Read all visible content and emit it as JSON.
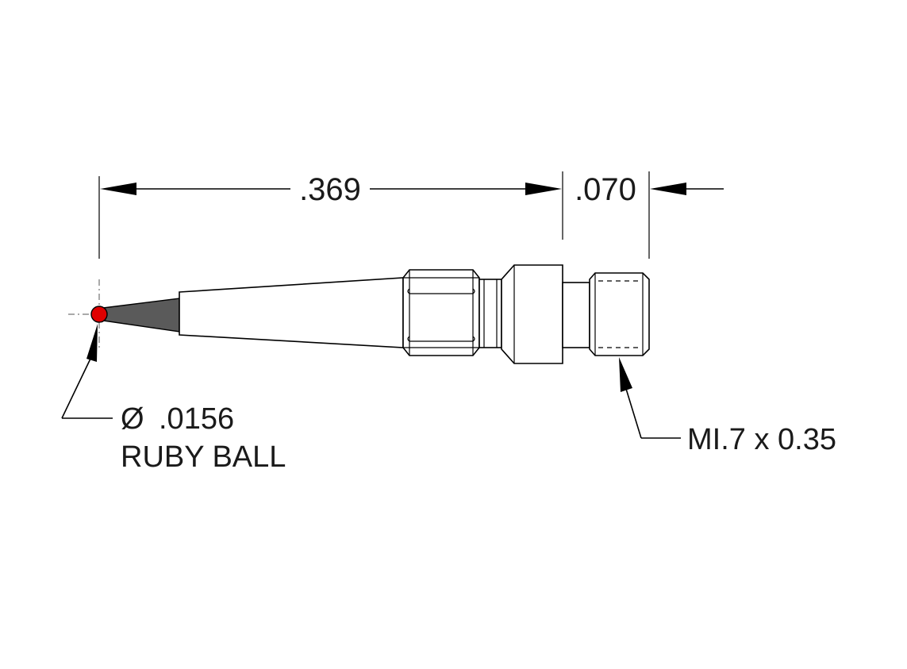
{
  "dimensions": {
    "overall_length": ".369",
    "thread_length": ".070"
  },
  "callouts": {
    "ball_diameter_symbol": "Ø",
    "ball_diameter": ".0156",
    "ball_material": "RUBY BALL",
    "thread_spec": "MI.7 x 0.35"
  },
  "colors": {
    "ruby_ball": "#e00000",
    "stem_taper": "#5a5a5a",
    "line": "#000000",
    "background": "#ffffff"
  }
}
